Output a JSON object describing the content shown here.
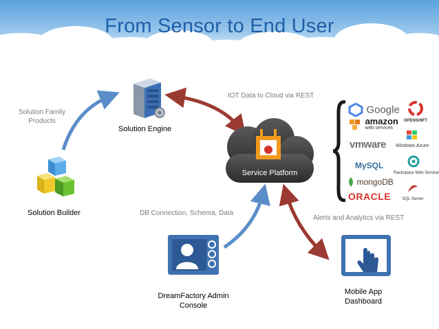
{
  "title": "From Sensor to End User",
  "nodes": {
    "solution_family": "Solution Family Products",
    "solution_engine": "Solution Engine",
    "solution_builder": "Solution Builder",
    "service_platform": "Service Platform",
    "admin_console": "DreamFactory Admin Console",
    "mobile_dashboard": "Mobile App Dashboard"
  },
  "edges": {
    "iot": "IOT Data to Cloud via REST",
    "db": "DB Connection, Schema, Data",
    "alerts": "Alerts and Analytics via REST"
  },
  "providers": {
    "google": "Google",
    "openshift": "OPENSHIFT",
    "amazon": "amazon",
    "amazon_sub": "web services",
    "windows_azure": "Windows Azure",
    "vmware": "vmware",
    "mysql": "MySQL",
    "rackspace": "Rackspace Web Services",
    "mongodb": "mongoDB",
    "oracle": "ORACLE",
    "sqlserver": "SQL Server"
  },
  "colors": {
    "title": "#1f5fa8",
    "blue_arrow": "#5b8ec9",
    "red_arrow": "#9b3a32",
    "cloud": "#3d3d3d"
  }
}
